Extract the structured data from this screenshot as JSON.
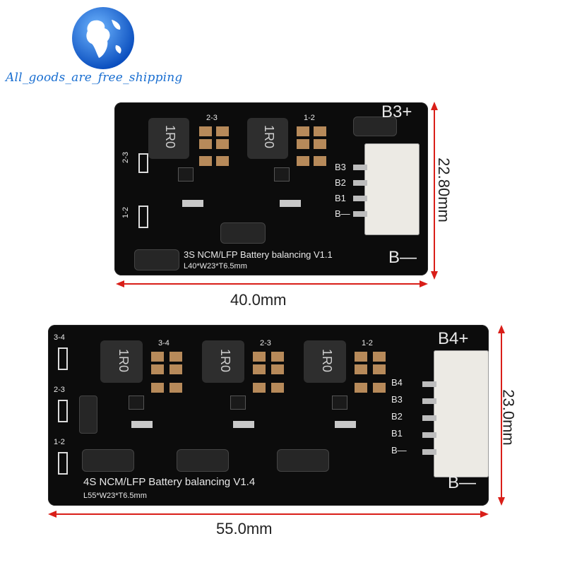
{
  "watermark": {
    "text": "All_goods_are_free_shipping"
  },
  "board3s": {
    "title": "3S NCM/LFP Battery balancing V1.1",
    "dims": "L40*W23*T6.5mm",
    "pos_label": "B3+",
    "neg_label": "B—",
    "connector_pins": [
      "B3",
      "B2",
      "B1",
      "B—"
    ],
    "sections": [
      "2-3",
      "1-2"
    ],
    "side_labels": [
      "2-3",
      "1-2"
    ],
    "inductor_label": "1R0",
    "width_label": "40.0mm",
    "height_label": "22.80mm"
  },
  "board4s": {
    "title": "4S NCM/LFP Battery balancing V1.4",
    "dims": "L55*W23*T6.5mm",
    "pos_label": "B4+",
    "neg_label": "B—",
    "connector_pins": [
      "B4",
      "B3",
      "B2",
      "B1",
      "B—"
    ],
    "sections": [
      "3-4",
      "2-3",
      "1-2"
    ],
    "side_labels": [
      "3-4",
      "2-3",
      "1-2"
    ],
    "inductor_label": "1R0",
    "width_label": "55.0mm",
    "height_label": "23.0mm"
  },
  "colors": {
    "dimension": "#d91e18",
    "board": "#0c0c0c",
    "logo": "#1a6fd1"
  }
}
